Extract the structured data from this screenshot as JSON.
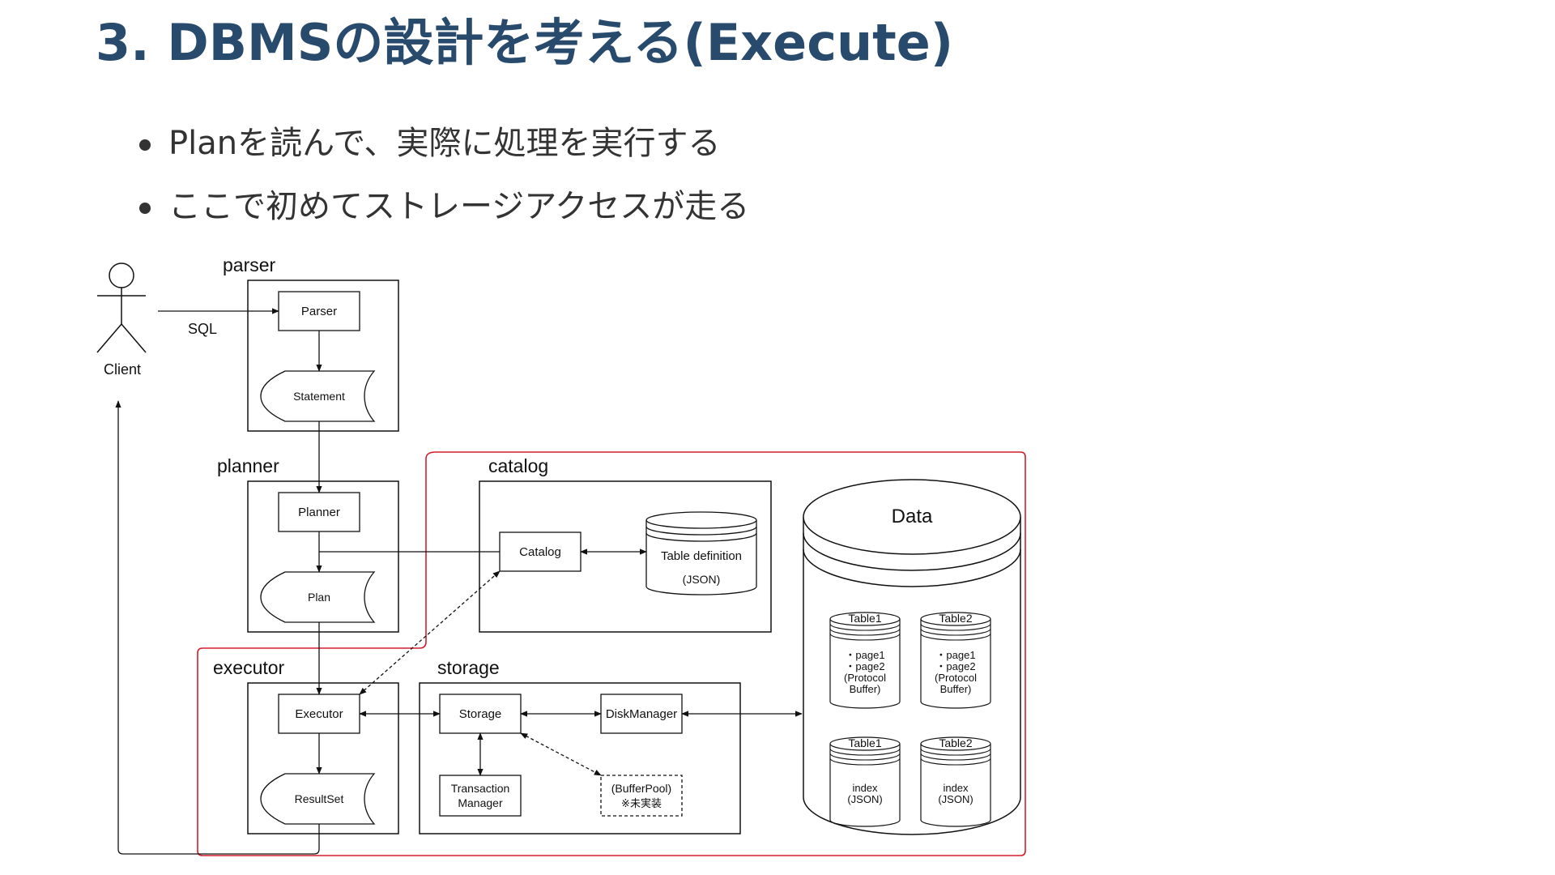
{
  "slide": {
    "title": "3. DBMSの設計を考える(Execute)",
    "bullets": [
      "Planを読んで、実際に処理を実行する",
      "ここで初めてストレージアクセスが走る"
    ]
  },
  "diagram": {
    "client": {
      "label": "Client",
      "sql_label": "SQL"
    },
    "parser": {
      "group_label": "parser",
      "box": "Parser",
      "output": "Statement"
    },
    "planner": {
      "group_label": "planner",
      "box": "Planner",
      "output": "Plan"
    },
    "catalog": {
      "group_label": "catalog",
      "box": "Catalog",
      "table_def": "Table definition",
      "table_def_format": "(JSON)"
    },
    "executor": {
      "group_label": "executor",
      "box": "Executor",
      "output": "ResultSet"
    },
    "storage": {
      "group_label": "storage",
      "box": "Storage",
      "disk_manager": "DiskManager",
      "transaction_manager": [
        "Transaction",
        "Manager"
      ],
      "buffer_pool": [
        "(BufferPool)",
        "※未実装"
      ]
    },
    "data": {
      "label": "Data",
      "tables": [
        {
          "name": "Table1",
          "lines": [
            "・page1",
            "・page2",
            "(Protocol",
            "Buffer)"
          ]
        },
        {
          "name": "Table2",
          "lines": [
            "・page1",
            "・page2",
            "(Protocol",
            "Buffer)"
          ]
        }
      ],
      "indexes": [
        {
          "name": "Table1",
          "lines": [
            "index",
            "(JSON)"
          ]
        },
        {
          "name": "Table2",
          "lines": [
            "index",
            "(JSON)"
          ]
        }
      ]
    },
    "colors": {
      "highlight": "#d21f2b",
      "line": "#111111",
      "title": "#284a6d"
    }
  }
}
